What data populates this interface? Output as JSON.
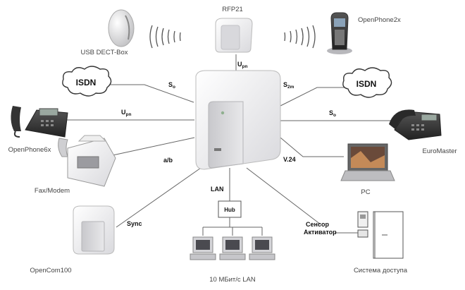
{
  "devices": {
    "usb_dect_box": "USB DECT-Box",
    "rfp21": "RFP21",
    "openphone2x": "OpenPhone2x",
    "openphone6x": "OpenPhone6x",
    "fax_modem": "Fax/Modem",
    "opencom100": "OpenCom100",
    "euromaster": "EuroMaster",
    "pc": "PC",
    "lan_pcs": "10 МБит/с LAN",
    "access_system": "Система доступа"
  },
  "clouds": {
    "left": "ISDN",
    "right": "ISDN"
  },
  "hub": "Hub",
  "links": {
    "upn_top": {
      "main": "U",
      "sub": "pn"
    },
    "so_left": {
      "main": "S",
      "sub": "o"
    },
    "upn_left": {
      "main": "U",
      "sub": "pn"
    },
    "ab": {
      "main": "a/b"
    },
    "s2m": {
      "main": "S",
      "sub": "2m"
    },
    "so_right": {
      "main": "S",
      "sub": "o"
    },
    "v24": {
      "main": "V.24"
    },
    "lan": {
      "main": "LAN"
    },
    "sync": {
      "main": "Sync"
    },
    "sensor": {
      "main": "Сенсор"
    },
    "activator": {
      "main": "Активатор"
    }
  }
}
